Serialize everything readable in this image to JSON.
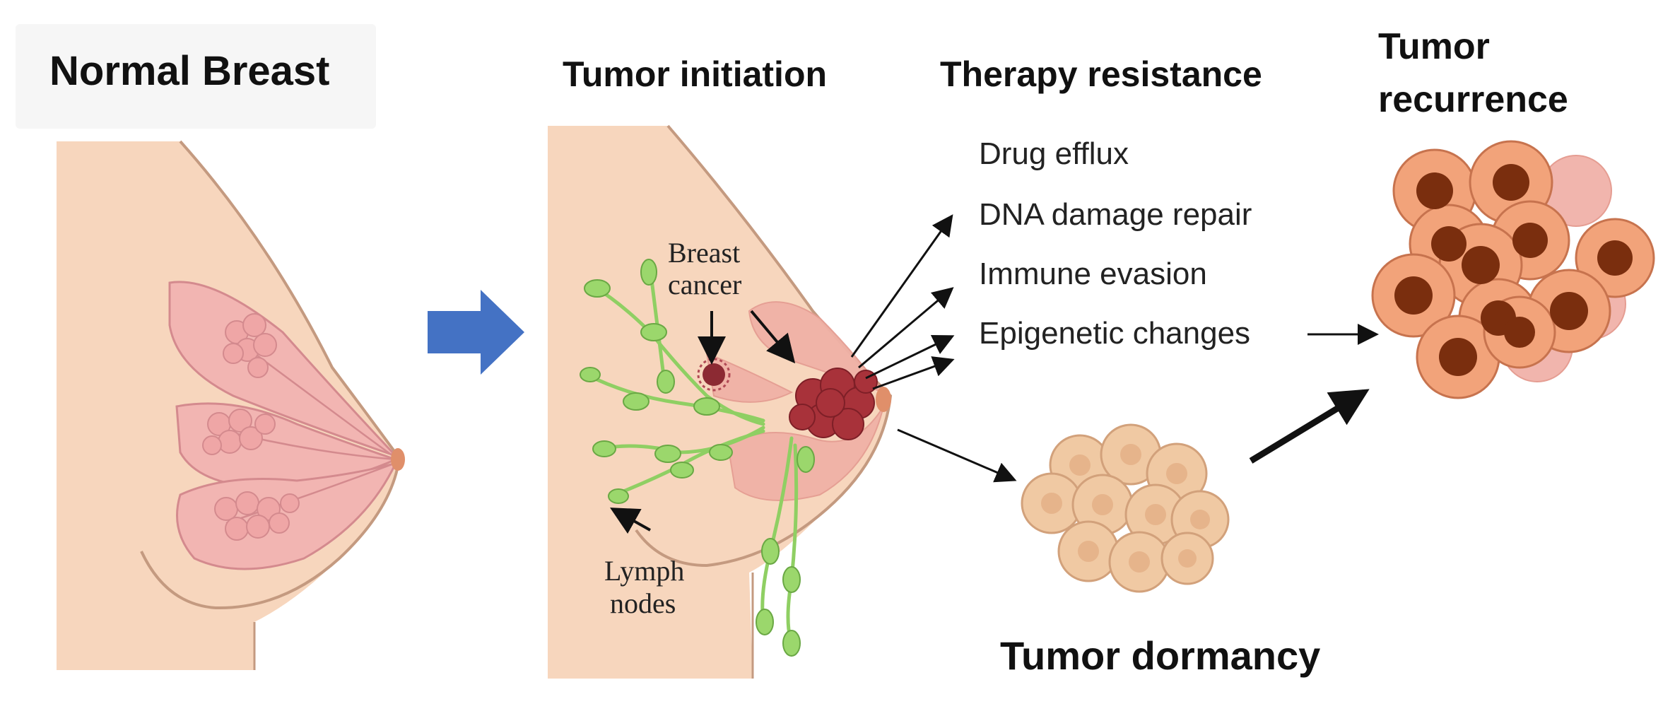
{
  "titles": {
    "normal_breast": "Normal Breast",
    "tumor_initiation": "Tumor initiation",
    "therapy_resistance": "Therapy resistance",
    "tumor_recurrence_line1": "Tumor",
    "tumor_recurrence_line2": "recurrence",
    "tumor_dormancy": "Tumor dormancy"
  },
  "annotations": {
    "breast_cancer_line1": "Breast",
    "breast_cancer_line2": "cancer",
    "lymph_nodes_line1": "Lymph",
    "lymph_nodes_line2": "nodes"
  },
  "resistance_mechanisms": [
    "Drug efflux",
    "DNA damage repair",
    "Immune evasion",
    "Epigenetic changes"
  ],
  "colors": {
    "skin": "#f7d6bd",
    "skin_outline": "#c49a80",
    "gland": "#f2b5b2",
    "gland_outline": "#d48a8e",
    "tumor": "#a8323a",
    "lymph": "#8fcf63",
    "progress_arrow": "#4472c4",
    "dormant_cell": "#f0c9a3",
    "recurrent_cell": "#f2a37a",
    "recurrent_nucleus": "#7a2e0e"
  }
}
